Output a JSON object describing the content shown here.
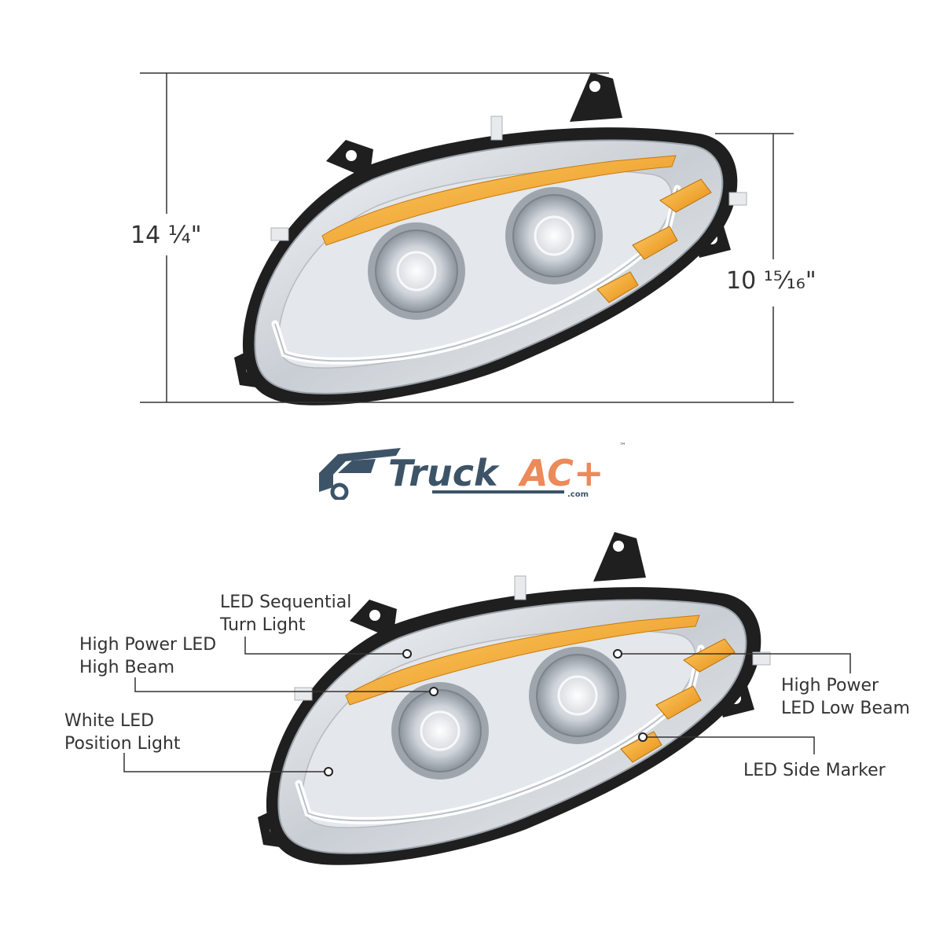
{
  "dimensions": {
    "height_label": "14 ¼\"",
    "width_label": "10 ¹⁵⁄₁₆\""
  },
  "brand": {
    "name_part1": "Truck",
    "name_part2": "AC+",
    "domain": ".com",
    "trademark": "™",
    "colors": {
      "navy": "#3d5468",
      "orange": "#ec8a5a"
    }
  },
  "callouts": {
    "turn_light": {
      "line1": "LED Sequential",
      "line2": "Turn Light"
    },
    "high_beam": {
      "line1": "High Power LED",
      "line2": "High Beam"
    },
    "position_light": {
      "line1": "White LED",
      "line2": "Position Light"
    },
    "low_beam": {
      "line1": "High Power",
      "line2": "LED Low Beam"
    },
    "side_marker": {
      "line1": "LED Side Marker"
    }
  },
  "colors": {
    "amber": "#f2a12a",
    "chrome": "#d9dde2",
    "housing": "#1f1f1f",
    "lines": "#333333"
  }
}
